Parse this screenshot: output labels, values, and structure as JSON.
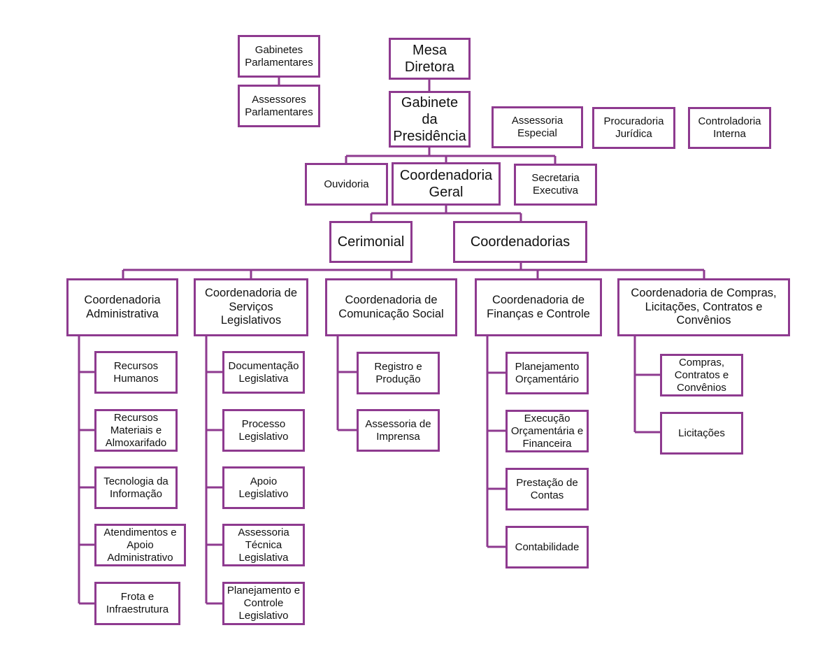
{
  "diagram": {
    "type": "org-chart",
    "line_color": "#8e3a8f",
    "nodes": {
      "gabinetes_parlamentares": "Gabinetes\nParlamentares",
      "assessores_parlamentares": "Assessores\nParlamentares",
      "mesa_diretora": "Mesa\nDiretora",
      "gabinete_presidencia": "Gabinete\nda\nPresidência",
      "assessoria_especial": "Assessoria\nEspecial",
      "procuradoria_juridica": "Procuradoria\nJurídica",
      "controladoria_interna": "Controladoria\nInterna",
      "ouvidoria": "Ouvidoria",
      "coordenadoria_geral": "Coordenadoria\nGeral",
      "secretaria_executiva": "Secretaria\nExecutiva",
      "cerimonial": "Cerimonial",
      "coordenadorias": "Coordenadorias",
      "coord_administrativa": "Coordenadoria\nAdministrativa",
      "coord_servicos_legislativos": "Coordenadoria de\nServiços\nLegislativos",
      "coord_comunicacao_social": "Coordenadoria de\nComunicação Social",
      "coord_financas_controle": "Coordenadoria de\nFinanças e Controle",
      "coord_compras": "Coordenadoria de Compras,\nLicitações, Contratos e\nConvênios",
      "recursos_humanos": "Recursos\nHumanos",
      "recursos_materiais": "Recursos\nMateriais e\nAlmoxarifado",
      "tecnologia_informacao": "Tecnologia da\nInformação",
      "atendimentos_apoio": "Atendimentos e\nApoio\nAdministrativo",
      "frota_infraestrutura": "Frota e\nInfraestrutura",
      "documentacao_legislativa": "Documentação\nLegislativa",
      "processo_legislativo": "Processo\nLegislativo",
      "apoio_legislativo": "Apoio\nLegislativo",
      "assessoria_tecnica_legislativa": "Assessoria\nTécnica\nLegislativa",
      "planejamento_controle_legislativo": "Planejamento e\nControle\nLegislativo",
      "registro_producao": "Registro e\nProdução",
      "assessoria_imprensa": "Assessoria de\nImprensa",
      "planejamento_orcamentario": "Planejamento\nOrçamentário",
      "execucao_orcamentaria": "Execução\nOrçamentária e\nFinanceira",
      "prestacao_contas": "Prestação de\nContas",
      "contabilidade": "Contabilidade",
      "compras_contratos_convenios": "Compras,\nContratos e\nConvênios",
      "licitacoes": "Licitações"
    }
  }
}
